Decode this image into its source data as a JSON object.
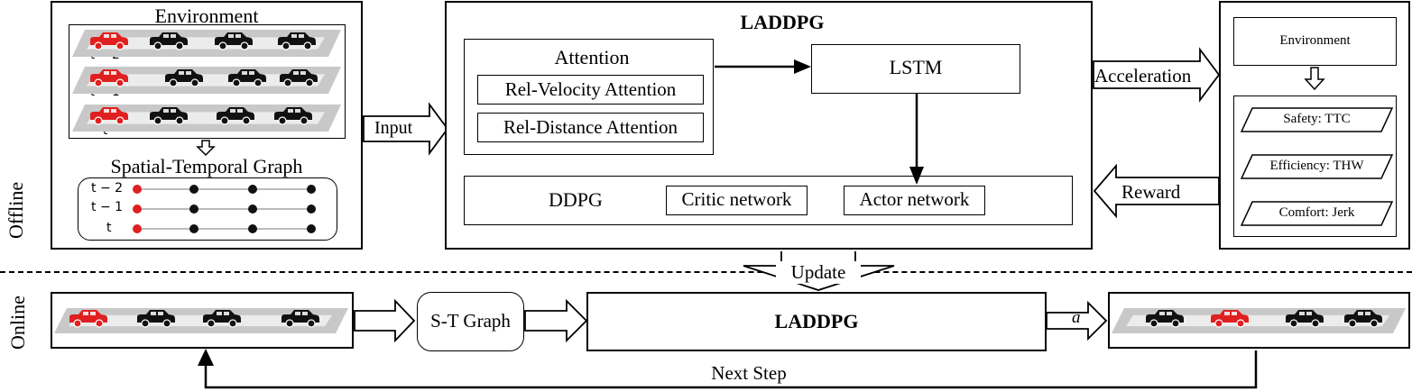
{
  "offline": {
    "side_label": "Offline",
    "env_panel": {
      "title": "Environment",
      "time_labels": [
        "t − 2",
        "t − 1",
        "t"
      ]
    },
    "graph": {
      "title": "Spatial-Temporal Graph",
      "rows": [
        "t − 2",
        "t − 1",
        "t"
      ]
    },
    "input_label": "Input",
    "laddpg": {
      "title": "LADDPG",
      "attention_title": "Attention",
      "rel_velocity": "Rel-Velocity Attention",
      "rel_distance": "Rel-Distance Attention",
      "lstm": "LSTM",
      "ddpg": "DDPG",
      "critic": "Critic network",
      "actor": "Actor network"
    },
    "acceleration_label": "Acceleration",
    "reward_label": "Reward",
    "right_panel": {
      "environment": "Environment",
      "safety": "Safety: TTC",
      "efficiency": "Efficiency: THW",
      "comfort": "Comfort: Jerk"
    }
  },
  "update_label": "Update",
  "online": {
    "side_label": "Online",
    "st_graph": "S-T Graph",
    "laddpg": "LADDPG",
    "action_label": "a",
    "next_step": "Next Step"
  },
  "colors": {
    "ego": "#e02020",
    "other": "#111111",
    "road": "#c8c8c8"
  }
}
